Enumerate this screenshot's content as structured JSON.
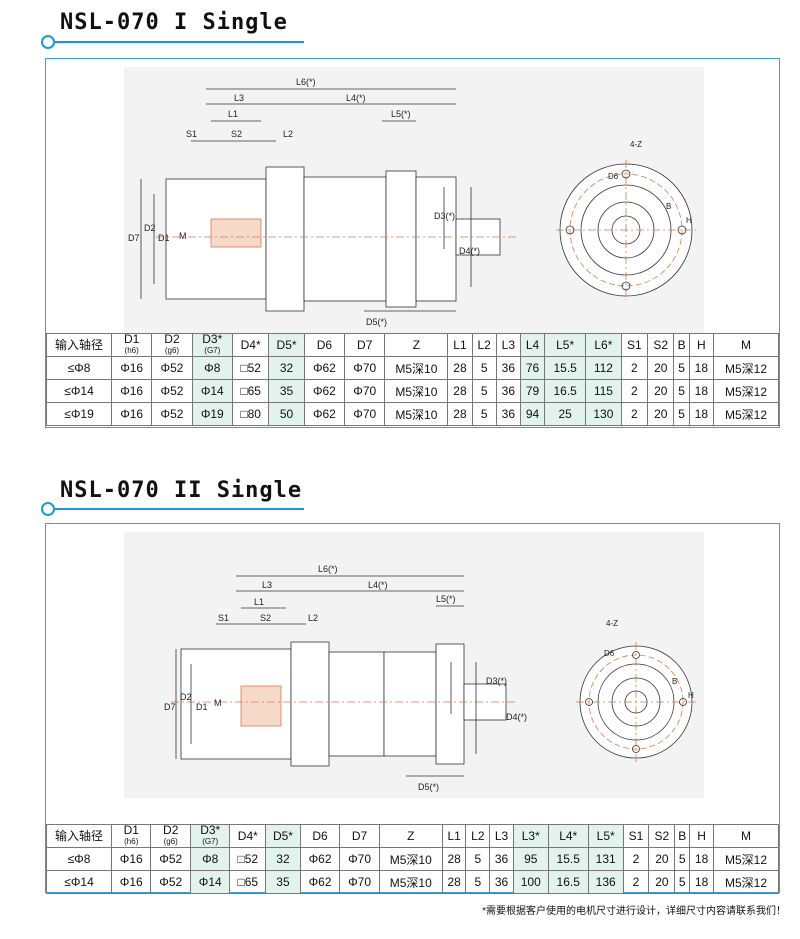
{
  "sections": [
    {
      "title": "NSL-070 I Single",
      "drawing_labels": {
        "L6": "L6(*)",
        "L3": "L3",
        "L4": "L4(*)",
        "L1": "L1",
        "L5": "L5(*)",
        "S1": "S1",
        "S2": "S2",
        "L2": "L2",
        "D7": "D7",
        "D2": "D2",
        "D1": "D1",
        "M": "M",
        "D3": "D3(*)",
        "D4": "D4(*)",
        "D5": "D5(*)",
        "D6": "D6",
        "Z": "4-Z",
        "B": "B",
        "H": "H"
      },
      "table": {
        "headers": [
          {
            "main": "输入轴径",
            "sub": ""
          },
          {
            "main": "D1",
            "sub": "(h6)"
          },
          {
            "main": "D2",
            "sub": "(g6)"
          },
          {
            "main": "D3*",
            "sub": "(G7)"
          },
          {
            "main": "D4*",
            "sub": ""
          },
          {
            "main": "D5*",
            "sub": ""
          },
          {
            "main": "D6",
            "sub": ""
          },
          {
            "main": "D7",
            "sub": ""
          },
          {
            "main": "Z",
            "sub": ""
          },
          {
            "main": "L1",
            "sub": ""
          },
          {
            "main": "L2",
            "sub": ""
          },
          {
            "main": "L3",
            "sub": ""
          },
          {
            "main": "L4",
            "sub": ""
          },
          {
            "main": "L5*",
            "sub": ""
          },
          {
            "main": "L6*",
            "sub": ""
          },
          {
            "main": "S1",
            "sub": ""
          },
          {
            "main": "S2",
            "sub": ""
          },
          {
            "main": "B",
            "sub": ""
          },
          {
            "main": "H",
            "sub": ""
          },
          {
            "main": "M",
            "sub": ""
          }
        ],
        "rows": [
          [
            "≤Φ8",
            "Φ16",
            "Φ52",
            "Φ8",
            "□52",
            "32",
            "Φ62",
            "Φ70",
            "M5深10",
            "28",
            "5",
            "36",
            "76",
            "15.5",
            "112",
            "2",
            "20",
            "5",
            "18",
            "M5深12"
          ],
          [
            "≤Φ14",
            "Φ16",
            "Φ52",
            "Φ14",
            "□65",
            "35",
            "Φ62",
            "Φ70",
            "M5深10",
            "28",
            "5",
            "36",
            "79",
            "16.5",
            "115",
            "2",
            "20",
            "5",
            "18",
            "M5深12"
          ],
          [
            "≤Φ19",
            "Φ16",
            "Φ52",
            "Φ19",
            "□80",
            "50",
            "Φ62",
            "Φ70",
            "M5深10",
            "28",
            "5",
            "36",
            "94",
            "25",
            "130",
            "2",
            "20",
            "5",
            "18",
            "M5深12"
          ]
        ]
      }
    },
    {
      "title": "NSL-070 II Single",
      "drawing_labels": {
        "L6": "L6(*)",
        "L3": "L3",
        "L4": "L4(*)",
        "L1": "L1",
        "L5": "L5(*)",
        "S1": "S1",
        "S2": "S2",
        "L2": "L2",
        "D7": "D7",
        "D2": "D2",
        "D1": "D1",
        "M": "M",
        "D3": "D3(*)",
        "D4": "D4(*)",
        "D5": "D5(*)",
        "D6": "D6",
        "Z": "4-Z",
        "B": "B",
        "H": "H"
      },
      "table": {
        "headers": [
          {
            "main": "输入轴径",
            "sub": ""
          },
          {
            "main": "D1",
            "sub": "(h6)"
          },
          {
            "main": "D2",
            "sub": "(g6)"
          },
          {
            "main": "D3*",
            "sub": "(G7)"
          },
          {
            "main": "D4*",
            "sub": ""
          },
          {
            "main": "D5*",
            "sub": ""
          },
          {
            "main": "D6",
            "sub": ""
          },
          {
            "main": "D7",
            "sub": ""
          },
          {
            "main": "Z",
            "sub": ""
          },
          {
            "main": "L1",
            "sub": ""
          },
          {
            "main": "L2",
            "sub": ""
          },
          {
            "main": "L3",
            "sub": ""
          },
          {
            "main": "L3*",
            "sub": ""
          },
          {
            "main": "L4*",
            "sub": ""
          },
          {
            "main": "L5*",
            "sub": ""
          },
          {
            "main": "S1",
            "sub": ""
          },
          {
            "main": "S2",
            "sub": ""
          },
          {
            "main": "B",
            "sub": ""
          },
          {
            "main": "H",
            "sub": ""
          },
          {
            "main": "M",
            "sub": ""
          }
        ],
        "rows": [
          [
            "≤Φ8",
            "Φ16",
            "Φ52",
            "Φ8",
            "□52",
            "32",
            "Φ62",
            "Φ70",
            "M5深10",
            "28",
            "5",
            "36",
            "95",
            "15.5",
            "131",
            "2",
            "20",
            "5",
            "18",
            "M5深12"
          ],
          [
            "≤Φ14",
            "Φ16",
            "Φ52",
            "Φ14",
            "□65",
            "35",
            "Φ62",
            "Φ70",
            "M5深10",
            "28",
            "5",
            "36",
            "100",
            "16.5",
            "136",
            "2",
            "20",
            "5",
            "18",
            "M5深12"
          ]
        ]
      }
    }
  ],
  "footnote": "*需要根据客户使用的电机尺寸进行设计，详细尺寸内容请联系我们！"
}
